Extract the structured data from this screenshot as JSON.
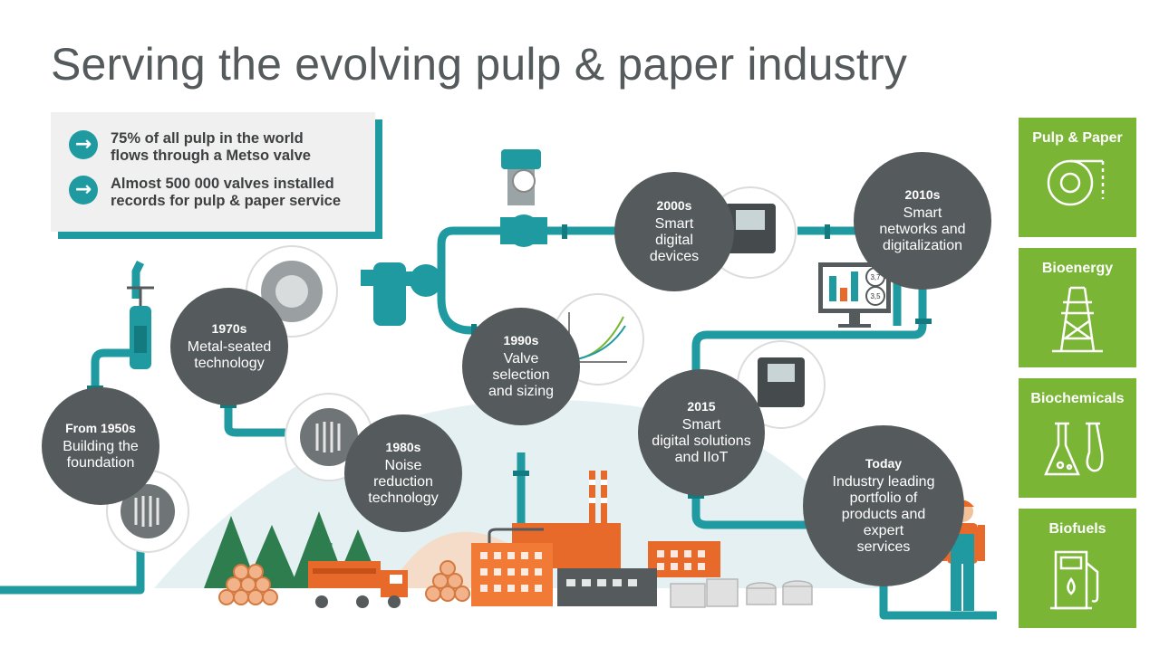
{
  "title": "Serving the evolving pulp & paper industry",
  "facts": [
    {
      "icon": "arrow-right-icon",
      "lines": [
        "75% of all pulp in the world",
        "flows through a Metso valve"
      ]
    },
    {
      "icon": "arrow-right-icon",
      "lines": [
        "Almost 500 000 valves installed",
        "records for pulp & paper service"
      ]
    }
  ],
  "eras": [
    {
      "year": "From 1950s",
      "lines": [
        "Building the",
        "foundation"
      ]
    },
    {
      "year": "1970s",
      "lines": [
        "Metal-seated",
        "technology"
      ]
    },
    {
      "year": "1980s",
      "lines": [
        "Noise",
        "reduction",
        "technology"
      ]
    },
    {
      "year": "1990s",
      "lines": [
        "Valve",
        "selection",
        "and sizing"
      ]
    },
    {
      "year": "2000s",
      "lines": [
        "Smart",
        "digital",
        "devices"
      ]
    },
    {
      "year": "2010s",
      "lines": [
        "Smart",
        "networks and",
        "digitalization"
      ]
    },
    {
      "year": "2015",
      "lines": [
        "Smart",
        "digital solutions",
        "and IIoT"
      ]
    },
    {
      "year": "Today",
      "lines": [
        "Industry leading",
        "portfolio of",
        "products and",
        "expert",
        "services"
      ]
    }
  ],
  "sectors": [
    {
      "label": "Pulp & Paper",
      "icon": "paper-roll-icon"
    },
    {
      "label": "Bioenergy",
      "icon": "power-tower-icon"
    },
    {
      "label": "Biochemicals",
      "icon": "flask-icon"
    },
    {
      "label": "Biofuels",
      "icon": "fuel-pump-icon"
    }
  ],
  "monitor": {
    "gauge_top": "3,7",
    "gauge_bottom": "3,5"
  },
  "colors": {
    "pipe": "#1e9aa0",
    "circle": "#555a5c",
    "sector": "#7ab535",
    "factory": "#e86a2b",
    "tree": "#2e7d4f"
  }
}
